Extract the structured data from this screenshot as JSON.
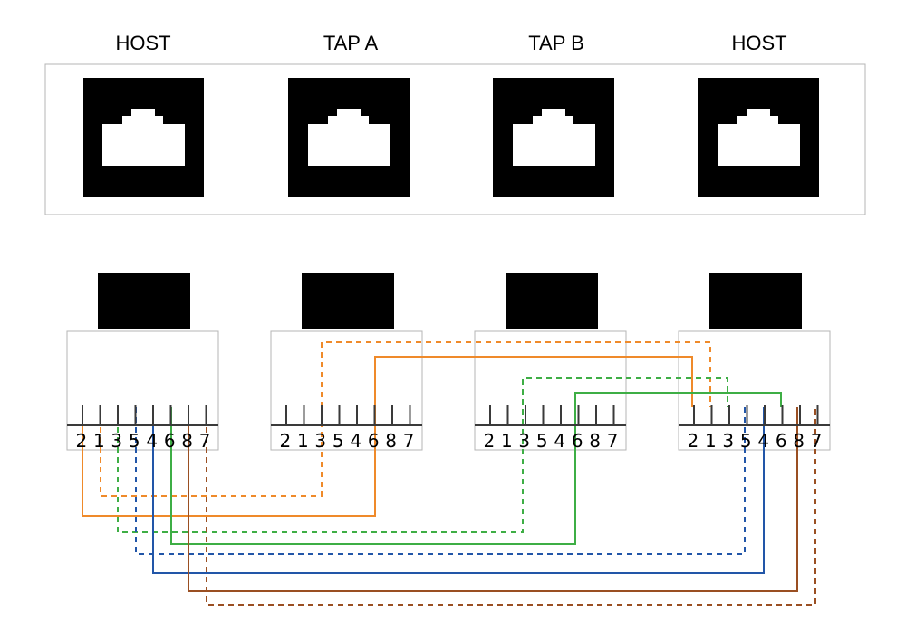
{
  "ports": [
    {
      "label": "HOST",
      "pin_order": "21354687"
    },
    {
      "label": "TAP A",
      "pin_order": "21354687"
    },
    {
      "label": "TAP B",
      "pin_order": "21354687"
    },
    {
      "label": "HOST",
      "pin_order": "21354687"
    }
  ],
  "colors": {
    "orange": "#ef8a2a",
    "green": "#3eae45",
    "blue": "#2256a8",
    "brown": "#9a4f22",
    "jack": "#000000",
    "frame": "#b5b5b5"
  },
  "wires": [
    {
      "color": "orange",
      "style": "solid"
    },
    {
      "color": "orange",
      "style": "dashed"
    },
    {
      "color": "green",
      "style": "solid"
    },
    {
      "color": "green",
      "style": "dashed"
    },
    {
      "color": "blue",
      "style": "solid"
    },
    {
      "color": "blue",
      "style": "dashed"
    },
    {
      "color": "brown",
      "style": "solid"
    },
    {
      "color": "brown",
      "style": "dashed"
    }
  ]
}
